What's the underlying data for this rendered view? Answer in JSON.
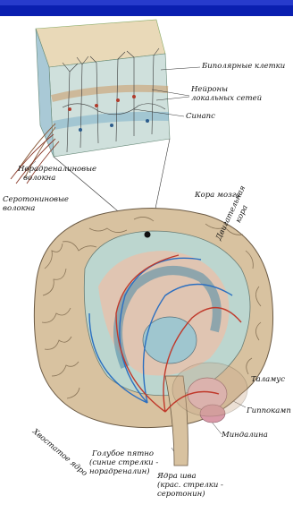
{
  "header": {
    "bar_color": "#0a1fb0"
  },
  "labels": {
    "bipolar_cells": "Биполярные клетки",
    "local_neurons_1": "Нейроны",
    "local_neurons_2": "локальных сетей",
    "synapse": "Синапс",
    "noradrenaline_1": "Норадреналиновые",
    "noradrenaline_2": "волокна",
    "serotonin_1": "Серотониновые",
    "serotonin_2": "волокна",
    "cortex": "Кора мозга",
    "motor_cortex_1": "Двигательная",
    "motor_cortex_2": "кора",
    "thalamus": "Таламус",
    "hippocampus": "Гиппокамп",
    "amygdala": "Миндалина",
    "caudate": "Хвостатое ядро",
    "locus_1": "Голубое пятно",
    "locus_2": "(синие стрелки -",
    "locus_3": "норадреналин)",
    "raphe_1": "Ядра шва",
    "raphe_2": "(крас. стрелки -",
    "raphe_3": "серотонин)"
  },
  "colors": {
    "blue_arrows": "#2b6fc0",
    "red_arrows": "#c0392b",
    "brain": "#d8c2a0"
  }
}
